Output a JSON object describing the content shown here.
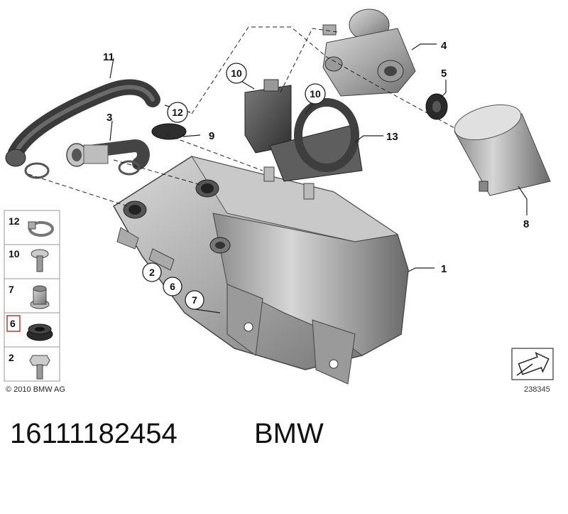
{
  "callouts": {
    "c1": "1",
    "c3": "3",
    "c4": "4",
    "c5": "5",
    "c8": "8",
    "c9": "9",
    "c11": "11",
    "c13": "13",
    "c10a": "10",
    "c10b": "10",
    "c12": "12",
    "c2": "2",
    "c6": "6",
    "c7": "7"
  },
  "legend": [
    "12",
    "10",
    "7",
    "6",
    "2"
  ],
  "highlight_color": "#c0392b",
  "copyright": "© 2010 BMW AG",
  "diagram_id": "238345",
  "caption": {
    "part_number": "16111182454",
    "brand": "BMW"
  }
}
